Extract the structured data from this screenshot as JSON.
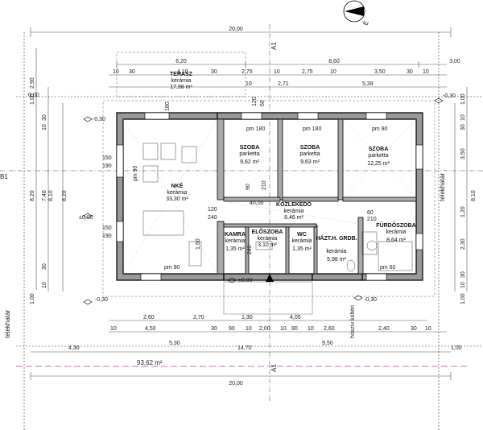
{
  "rooms": [
    {
      "name": "TERASZ",
      "floor": "kerámia",
      "area": "17,98 m²"
    },
    {
      "name": "NKÉ",
      "floor": "kerámia",
      "area": "33,30 m²"
    },
    {
      "name": "SZOBA",
      "floor": "parketta",
      "area": "9,62 m²"
    },
    {
      "name": "SZOBA",
      "floor": "parketta",
      "area": "9,63 m²"
    },
    {
      "name": "SZOBA",
      "floor": "parketta",
      "area": "12,25 m²"
    },
    {
      "name": "KÖZLEKEDŐ",
      "floor": "kerámia",
      "area": "8,46 m²"
    },
    {
      "name": "KAMRA",
      "floor": "kerámia",
      "area": "1,35 m²"
    },
    {
      "name": "ELŐSZOBA",
      "floor": "kerámia",
      "area": "3,10 m²"
    },
    {
      "name": "WC",
      "floor": "kerámia",
      "area": "1,35 m²"
    },
    {
      "name": "HÁZT.H. GRDB.",
      "floor": "kerámia",
      "area": "5,98 m²"
    },
    {
      "name": "FÜRDŐSZOBA",
      "floor": "kerámia",
      "area": "8,64 m²"
    }
  ],
  "labels": {
    "section_marker": "A1",
    "section_side": "B1",
    "plot_boundary": "telekhatár",
    "plot_area": "93,62 m²",
    "outside_level": "hószív kültéri",
    "north": "É"
  },
  "levels": {
    "zero": "±0,00",
    "zero_entry": "±0,00",
    "minus_tl": "-0,30",
    "minus_tr": "-0,30",
    "minus_bl": "-0,30",
    "minus_br": "-0,30",
    "floor_tl": "0,00"
  },
  "dims_top": {
    "total": "20,00",
    "left_seg": "6,20",
    "mid_seg": "8,60",
    "right_seg": "3,00",
    "row2": [
      "10",
      "30",
      "4,10",
      "30",
      "2,75",
      "10",
      "2,75",
      "10",
      "3,50",
      "30",
      "10"
    ],
    "row3": [
      "10",
      "2,71",
      "5,39"
    ]
  },
  "dims_bottom": {
    "row1": [
      "2,60",
      "2,70",
      "1,30",
      "4,05"
    ],
    "row2": [
      "10",
      "4,50",
      "30",
      "90",
      "10",
      "2,00",
      "10",
      "90",
      "10",
      "2,60",
      "2,40",
      "30",
      "10"
    ],
    "row3": [
      "4,30",
      "5,30",
      "14,70",
      "9,50",
      "1,00"
    ],
    "total": "20,00"
  },
  "dims_left": [
    "2,90",
    "1,00",
    "10",
    "30",
    "8,20",
    "7,40",
    "8,10",
    "8,20",
    "30",
    "10",
    "1,00"
  ],
  "dims_right": [
    "1,00",
    "10",
    "30",
    "3,50",
    "8,10",
    "1,20",
    "2,30",
    "30",
    "10",
    "1,00"
  ],
  "openings": {
    "w1": "150",
    "w1b": "190",
    "w2": "150",
    "w2b": "190",
    "d1": "pm 90",
    "d2": "pm 180",
    "d3": "pm 180",
    "d4": "pm 90",
    "d5": "pm 90",
    "d6": "pm 60",
    "h1": "180",
    "h2": "240",
    "h3": "120",
    "h4": "60",
    "h5": "90",
    "h6": "210",
    "h7": "60",
    "h8": "210",
    "h9": "40,00",
    "h10": "120",
    "h11": "240",
    "kam1": "1,50"
  }
}
